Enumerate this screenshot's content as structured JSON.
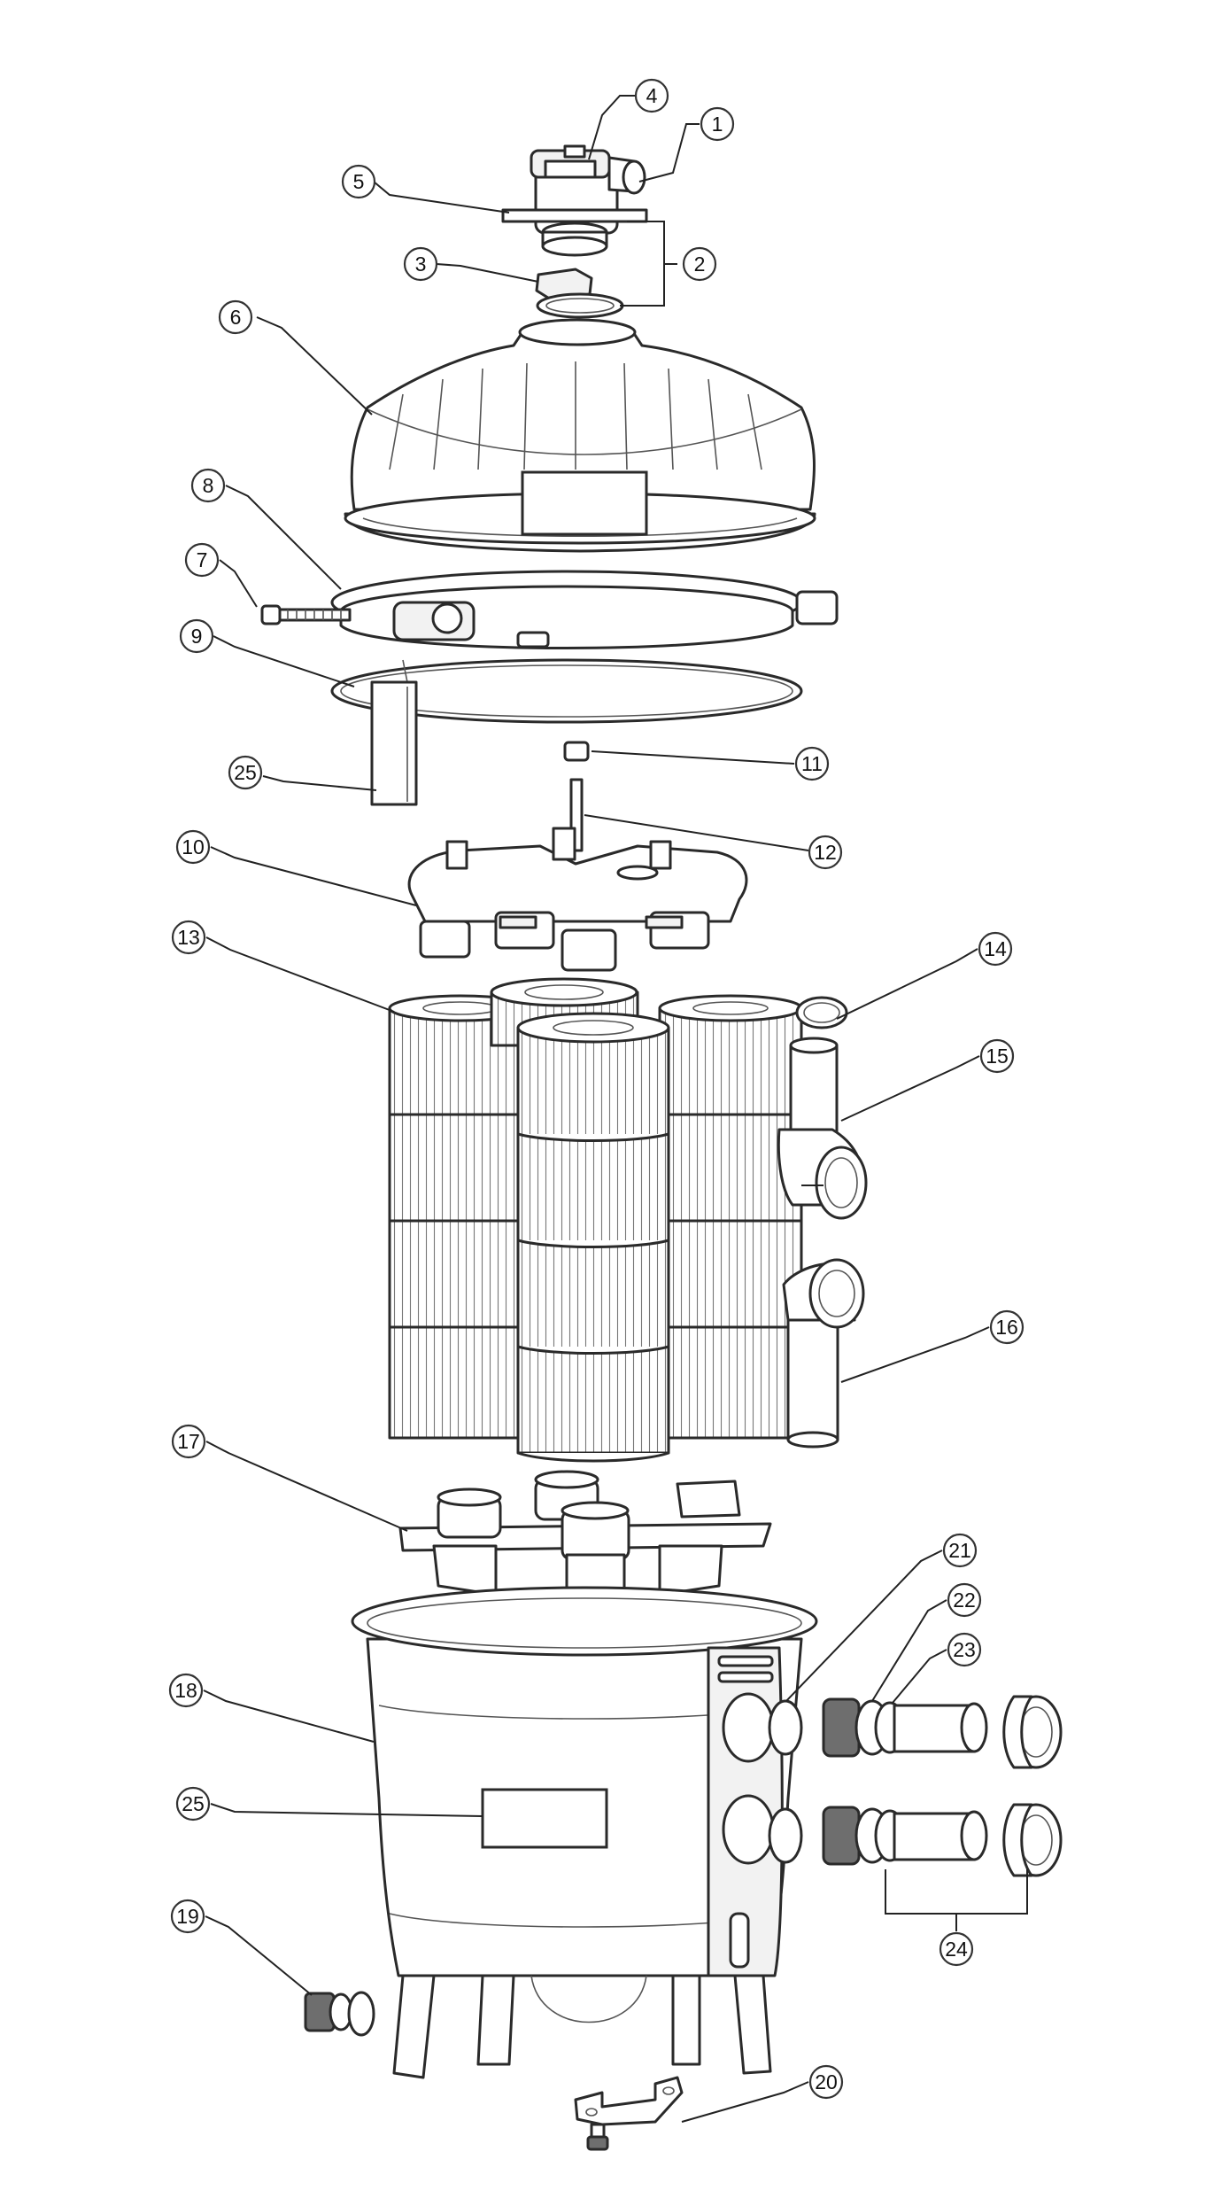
{
  "callouts": [
    {
      "id": "c4",
      "label": "4"
    },
    {
      "id": "c1",
      "label": "1"
    },
    {
      "id": "c5",
      "label": "5"
    },
    {
      "id": "c3",
      "label": "3"
    },
    {
      "id": "c2",
      "label": "2"
    },
    {
      "id": "c6",
      "label": "6"
    },
    {
      "id": "c8",
      "label": "8"
    },
    {
      "id": "c7",
      "label": "7"
    },
    {
      "id": "c9",
      "label": "9"
    },
    {
      "id": "c25a",
      "label": "25"
    },
    {
      "id": "c11",
      "label": "11"
    },
    {
      "id": "c12",
      "label": "12"
    },
    {
      "id": "c10",
      "label": "10"
    },
    {
      "id": "c13",
      "label": "13"
    },
    {
      "id": "c14",
      "label": "14"
    },
    {
      "id": "c15",
      "label": "15"
    },
    {
      "id": "c16",
      "label": "16"
    },
    {
      "id": "c17",
      "label": "17"
    },
    {
      "id": "c21",
      "label": "21"
    },
    {
      "id": "c22",
      "label": "22"
    },
    {
      "id": "c23",
      "label": "23"
    },
    {
      "id": "c18",
      "label": "18"
    },
    {
      "id": "c25b",
      "label": "25"
    },
    {
      "id": "c24",
      "label": "24"
    },
    {
      "id": "c19",
      "label": "19"
    },
    {
      "id": "c20",
      "label": "20"
    }
  ]
}
